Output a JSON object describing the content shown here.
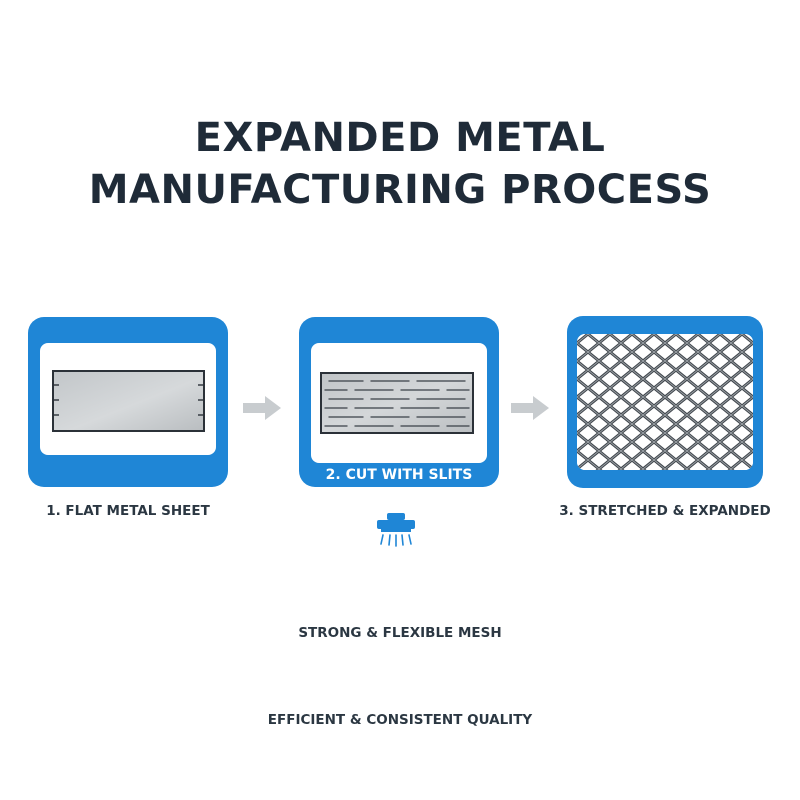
{
  "title": {
    "line1": "EXPANDED METAL",
    "line2": "MANUFACTURING PROCESS"
  },
  "steps": [
    {
      "label": "1. FLAT METAL SHEET"
    },
    {
      "label": "2. CUT WITH SLITS"
    },
    {
      "label": "3. STRETCHED & EXPANDED"
    }
  ],
  "notes": [
    "STRONG & FLEXIBLE MESH",
    "EFFICIENT & CONSISTENT QUALITY"
  ],
  "icons": {
    "arrow": "arrow-right-icon",
    "cutter": "cutting-tool-icon"
  },
  "colors": {
    "accent": "#1f86d6",
    "text": "#1f2b38",
    "metal": "#c6cacd",
    "arrow": "#c8cccf"
  }
}
